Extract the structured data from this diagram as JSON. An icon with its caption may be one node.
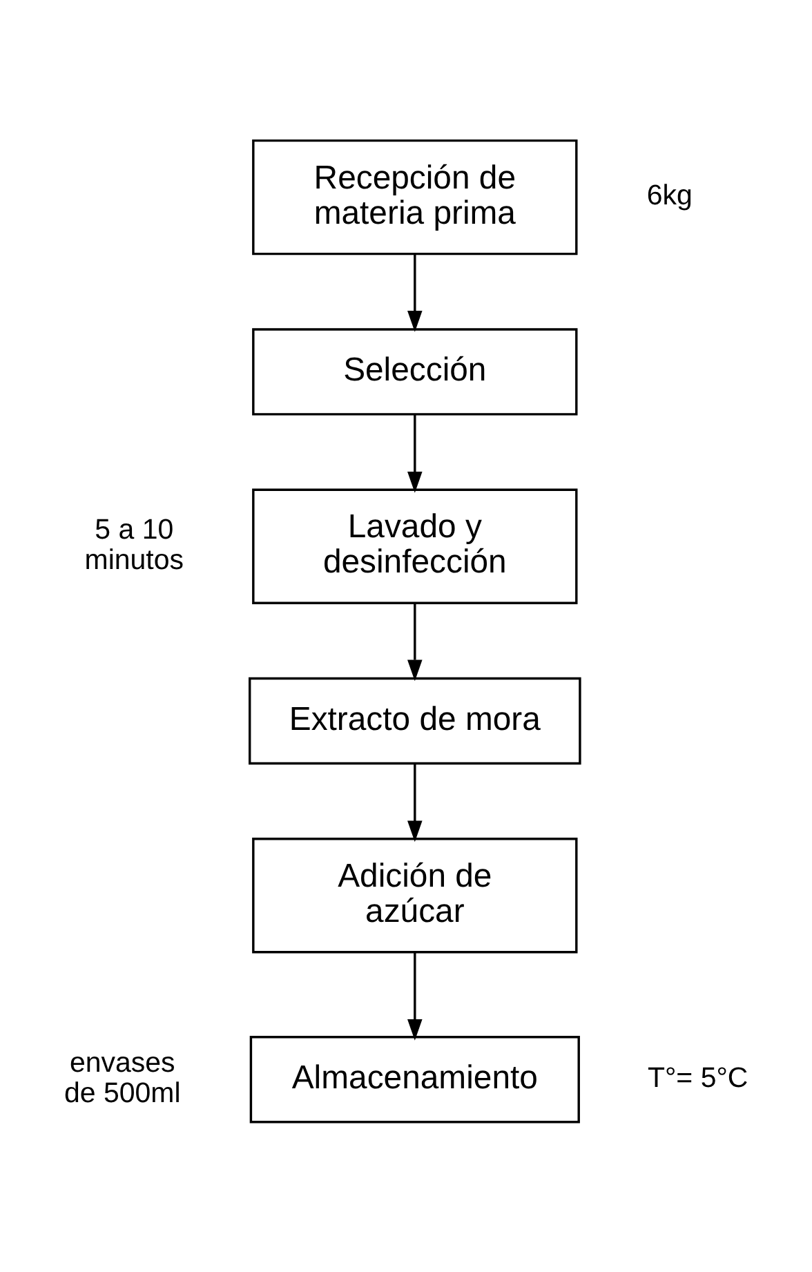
{
  "diagram": {
    "nodes": [
      {
        "text": [
          "Recepción de materia prima"
        ],
        "beside": [
          "6kg"
        ]
      },
      {
        "text": [
          "Selección"
        ]
      },
      {
        "text": [
          "Lavado y desinfección"
        ],
        "beside": [
          "5 a 10 minutos"
        ]
      },
      {
        "text": [
          "Extracto de mora"
        ]
      },
      {
        "text": [
          "Adición de azúcar"
        ]
      },
      {
        "text": [
          "Almacenamiento"
        ],
        "beside": [
          "envases de 500ml",
          "T°= 5°C"
        ]
      }
    ],
    "edges": [
      {
        "from": 0,
        "to": 1,
        "arrow": "to"
      },
      {
        "from": 1,
        "to": 2,
        "arrow": "to"
      },
      {
        "from": 2,
        "to": 3,
        "arrow": "to"
      },
      {
        "from": 3,
        "to": 4,
        "arrow": "to"
      },
      {
        "from": 4,
        "to": 5,
        "arrow": "to"
      }
    ]
  }
}
